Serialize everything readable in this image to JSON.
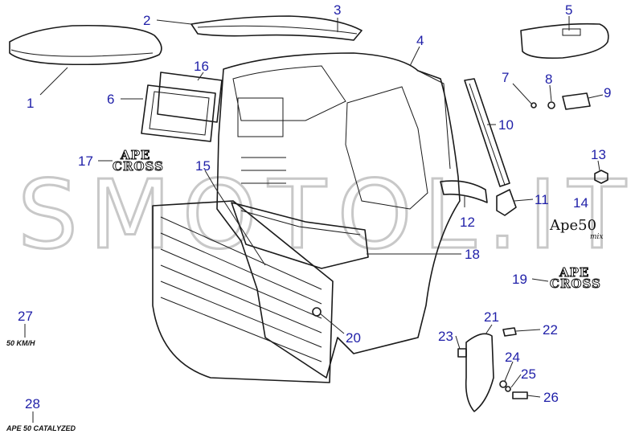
{
  "watermark": "SMOTOL.IT",
  "callouts": [
    "1",
    "2",
    "3",
    "4",
    "5",
    "6",
    "7",
    "8",
    "9",
    "10",
    "11",
    "12",
    "13",
    "14",
    "15",
    "16",
    "17",
    "18",
    "19",
    "20",
    "21",
    "22",
    "23",
    "24",
    "25",
    "26",
    "27",
    "28"
  ],
  "emblems": {
    "badge_17_line1": "APE",
    "badge_17_line2": "CROSS",
    "badge_19_line1": "APE",
    "badge_19_line2": "CROSS",
    "badge_14_main": "Ape50",
    "badge_14_sub": "mix"
  },
  "captions": {
    "caption_27": "50 KM/H",
    "caption_28": "APE 50 CATALYZED"
  }
}
